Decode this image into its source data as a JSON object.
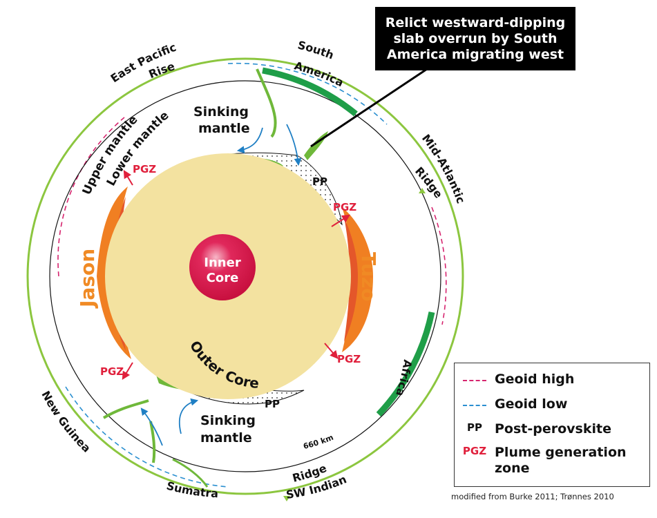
{
  "callout": "Relict westward-dipping slab overrun by South America migrating west",
  "labels": {
    "east_pacific": "East Pacific",
    "rise": "Rise",
    "south": "South",
    "america": "America",
    "mid_atlantic": "Mid-Atlantic",
    "ridge": "Ridge",
    "upper_mantle": "Upper mantle",
    "lower_mantle": "Lower mantle",
    "sinking_mantle_1": "Sinking",
    "sinking_mantle_2": "mantle",
    "pp": "PP",
    "pgz": "PGZ",
    "jason": "Jason",
    "tuzo": "Tuzo",
    "inner_core_1": "Inner",
    "inner_core_2": "Core",
    "outer_core": "Outer Core",
    "africa": "Africa",
    "new_guinea": "New Guinea",
    "sumatra": "Sumatra",
    "sw_indian": "SW Indian",
    "km660": "660 km"
  },
  "legend": {
    "geoid_high": "Geoid high",
    "geoid_low": "Geoid low",
    "pp_key": "PP",
    "pp_text": "Post-perovskite",
    "pgz_key": "PGZ",
    "pgz_text_1": "Plume generation",
    "pgz_text_2": "zone"
  },
  "credit": "modified from Burke 2011; Trønnes 2010",
  "colors": {
    "outer_core": "#f3e2a0",
    "inner_core": "#d8174f",
    "lithosphere_ring": "#8cc63f",
    "continent": "#1f9e48",
    "llsvp_outer": "#f07f22",
    "llsvp_inner": "#e4572a",
    "pgz_red": "#e0203c",
    "label_orange": "#f08a24",
    "geoid_high": "#d6246e",
    "geoid_low": "#2a8fd0",
    "slab_green": "#6fb83a",
    "arrow_blue": "#1f7fc4"
  }
}
